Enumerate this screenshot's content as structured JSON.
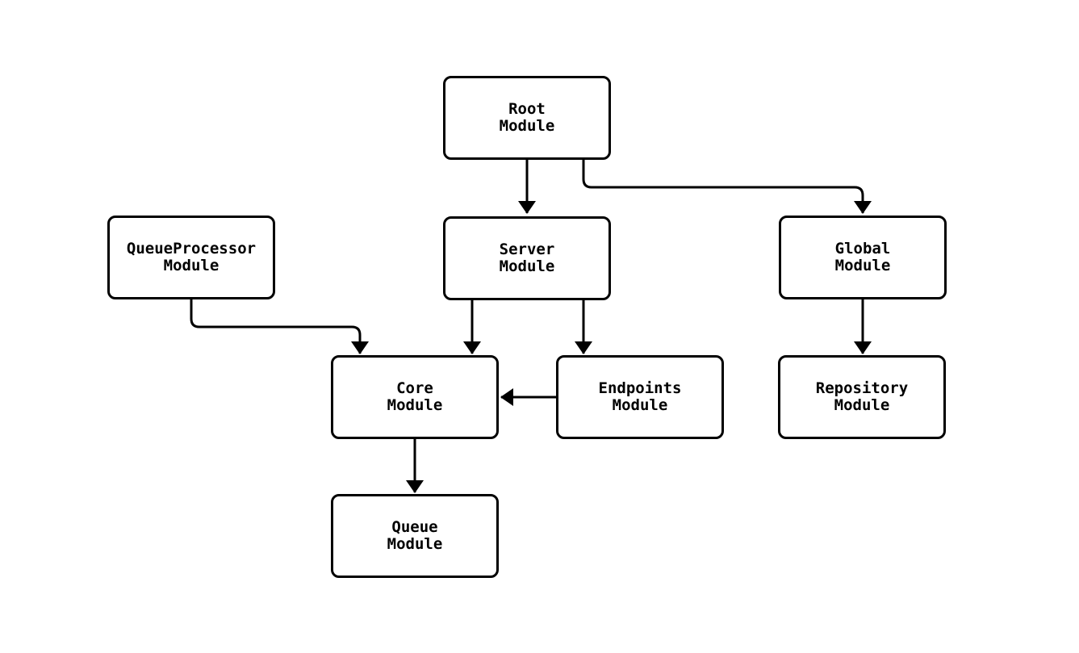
{
  "diagram": {
    "type": "flowchart",
    "direction": "top-down",
    "nodes": [
      {
        "id": "root",
        "label": "Root\nModule"
      },
      {
        "id": "server",
        "label": "Server\nModule"
      },
      {
        "id": "queueprocessor",
        "label": "QueueProcessor\nModule"
      },
      {
        "id": "global",
        "label": "Global\nModule"
      },
      {
        "id": "core",
        "label": "Core\nModule"
      },
      {
        "id": "endpoints",
        "label": "Endpoints\nModule"
      },
      {
        "id": "repository",
        "label": "Repository\nModule"
      },
      {
        "id": "queue",
        "label": "Queue\nModule"
      }
    ],
    "edges": [
      {
        "from": "root",
        "to": "server"
      },
      {
        "from": "root",
        "to": "global"
      },
      {
        "from": "queueprocessor",
        "to": "core"
      },
      {
        "from": "server",
        "to": "core"
      },
      {
        "from": "server",
        "to": "endpoints"
      },
      {
        "from": "endpoints",
        "to": "core"
      },
      {
        "from": "core",
        "to": "queue"
      },
      {
        "from": "global",
        "to": "repository"
      }
    ],
    "colors": {
      "background": "#ffffff",
      "node_fill": "#ffffff",
      "node_border": "#000000",
      "edge": "#000000",
      "text": "#000000"
    }
  }
}
